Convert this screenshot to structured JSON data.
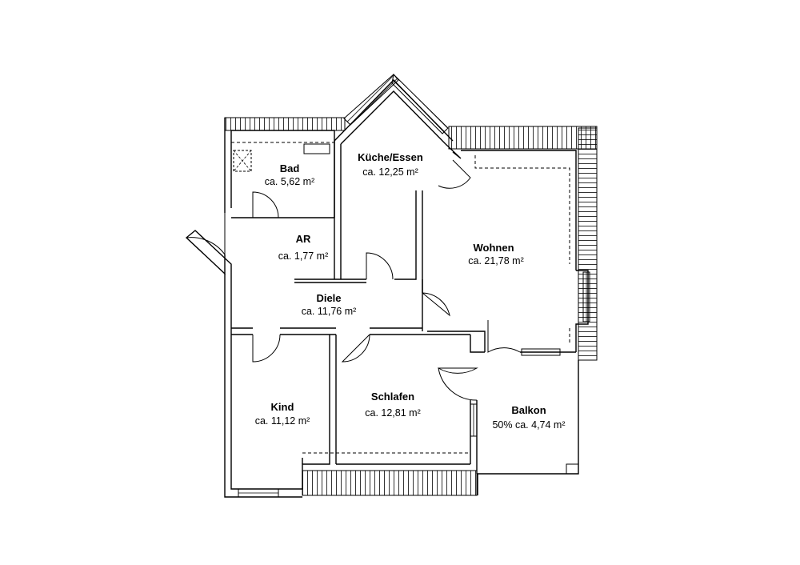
{
  "rooms": [
    {
      "id": "bad",
      "name": "Bad",
      "area": "ca. 5,62 m²"
    },
    {
      "id": "kueche",
      "name": "Küche/Essen",
      "area": "ca. 12,25 m²"
    },
    {
      "id": "ar",
      "name": "AR",
      "area": "ca. 1,77 m²"
    },
    {
      "id": "wohnen",
      "name": "Wohnen",
      "area": "ca. 21,78 m²"
    },
    {
      "id": "diele",
      "name": "Diele",
      "area": "ca. 11,76 m²"
    },
    {
      "id": "kind",
      "name": "Kind",
      "area": "ca. 11,12 m²"
    },
    {
      "id": "schlafen",
      "name": "Schlafen",
      "area": "ca. 12,81 m²"
    },
    {
      "id": "balkon",
      "name": "Balkon",
      "area": "50% ca. 4,74 m²"
    }
  ]
}
